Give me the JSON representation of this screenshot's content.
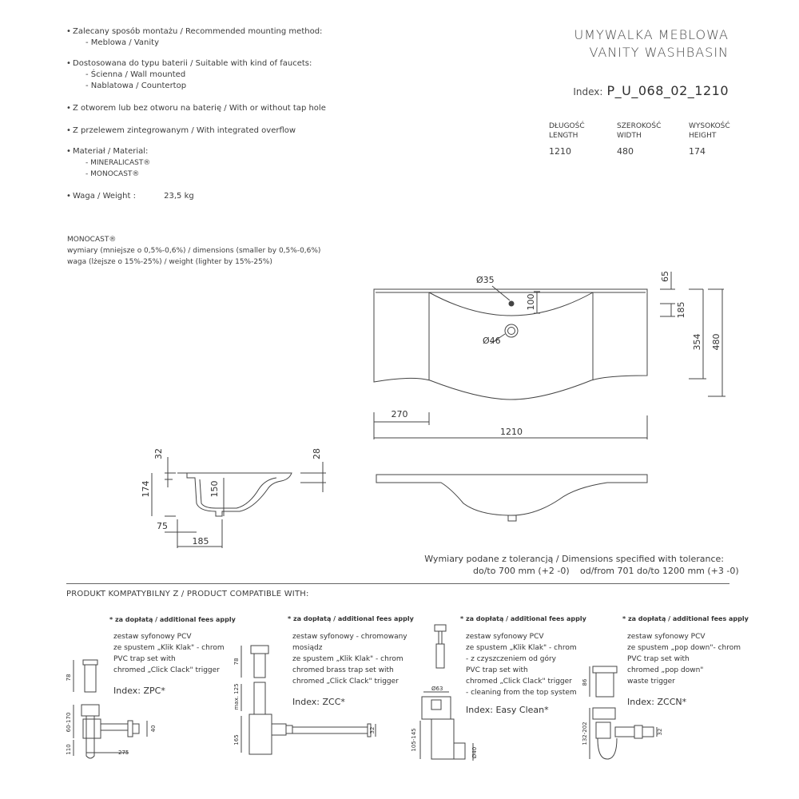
{
  "spec": {
    "mounting_label": "Zalecany sposób montażu / Recommended mounting method:",
    "mounting_value": "- Meblowa / Vanity",
    "faucet_label": "Dostosowana do typu baterii / Suitable with kind of faucets:",
    "faucet_1": "- Ścienna / Wall mounted",
    "faucet_2": "- Nablatowa / Countertop",
    "taphole": "Z otworem lub bez otworu na baterię / With or without tap hole",
    "overflow": "Z przelewem zintegrowanym /  With integrated overflow",
    "material_label": "Materiał / Material:",
    "material_1": "- MINERALICAST®",
    "material_2": "- MONOCAST®",
    "weight_label": "Waga / Weight :",
    "weight_value": "23,5 kg",
    "bullet": "•"
  },
  "title": {
    "line1": "UMYWALKA  MEBLOWA",
    "line2": "VANITY  WASHBASIN",
    "index_label": "Index:",
    "index_value": "P_U_068_02_1210"
  },
  "dimensions": [
    {
      "pl": "DŁUGOŚĆ",
      "en": "LENGTH",
      "value": "1210"
    },
    {
      "pl": "SZEROKOŚĆ",
      "en": "WIDTH",
      "value": "480"
    },
    {
      "pl": "WYSOKOŚĆ",
      "en": "HEIGHT",
      "value": "174"
    }
  ],
  "monocast": {
    "title": "MONOCAST®",
    "line1": "wymiary (mniejsze o 0,5%-0,6%) / dimensions (smaller by 0,5%-0,6%)",
    "line2": "waga (lżejsze o 15%-25%) / weight (lighter by 15%-25%)"
  },
  "drawing": {
    "d35": "Ø35",
    "d46": "Ø46",
    "d100": "100",
    "d65": "65",
    "d185": "185",
    "d354": "354",
    "d480": "480",
    "d270": "270",
    "d1210": "1210",
    "s32": "32",
    "s28": "28",
    "s174": "174",
    "s150": "150",
    "s75": "75",
    "s185": "185"
  },
  "tolerance": {
    "line1": "Wymiary podane z tolerancją / Dimensions specified with tolerance:",
    "line2a": "do/to 700 mm (+2 -0)",
    "line2b": "od/from 701 do/to 1200 mm (+3 -0)"
  },
  "compat_title": "PRODUKT KOMPATYBILNY Z / PRODUCT COMPATIBLE WITH:",
  "products": [
    {
      "fee": "* za dopłatą / additional fees apply",
      "desc": [
        "zestaw syfonowy PCV",
        "ze spustem „Klik Klak\" - chrom",
        "PVC trap set with",
        "chromed „Click Clack\" trigger"
      ],
      "index": "Index: ZPC*",
      "dims": {
        "a": "78",
        "b": "60-170",
        "c": "110",
        "d": "275",
        "e": "40"
      }
    },
    {
      "fee": "* za dopłatą / additional fees apply",
      "desc": [
        "zestaw syfonowy - chromowany",
        "mosiądz",
        "ze spustem „Klik Klak\" - chrom",
        "chromed brass trap set with",
        "chromed „Click Clack\" trigger"
      ],
      "index": "Index: ZCC*",
      "dims": {
        "a": "78",
        "b": "max. 125",
        "c": "165",
        "d": "32"
      }
    },
    {
      "fee": "* za dopłatą / additional fees apply",
      "desc": [
        "zestaw syfonowy PCV",
        "ze spustem „Klik Klak\" - chrom",
        "- z czyszczeniem od góry",
        "PVC trap set with",
        "chromed „Click Clack\" trigger",
        "- cleaning from the top system"
      ],
      "index": "Index: Easy Clean*",
      "dims": {
        "a": "Ø63",
        "b": "105-145",
        "c": "Ø40"
      }
    },
    {
      "fee": "* za dopłatą / additional fees apply",
      "desc": [
        "zestaw syfonowy PCV",
        "ze spustem „pop down\"- chrom",
        "PVC trap set with",
        "chromed „pop down\"",
        "waste trigger"
      ],
      "index": "Index: ZCCN*",
      "dims": {
        "a": "86",
        "b": "132-202",
        "c": "32"
      }
    }
  ]
}
